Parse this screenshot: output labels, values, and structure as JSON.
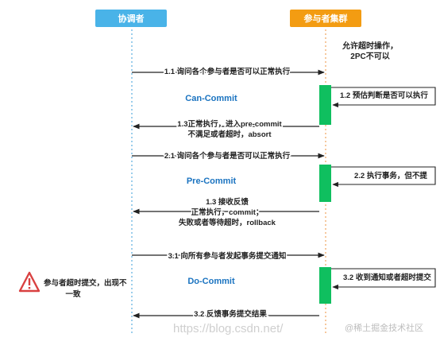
{
  "participants": {
    "coordinator": "协调者",
    "participant": "参与者集群"
  },
  "notes": {
    "timeout_line1": "允许超时操作，",
    "timeout_line2": "2PC不可以",
    "warning_line1": "参与者超时提交，出现不",
    "warning_line2": "一致"
  },
  "phases": {
    "can_commit": "Can-Commit",
    "pre_commit": "Pre-Commit",
    "do_commit": "Do-Commit"
  },
  "messages": {
    "m1_1": "1.1 询问各个参与者是否可以正常执行",
    "m1_2": "1.2 预估判断是否可以执行",
    "m1_3_line1": "1.3正常执行，进入pre-commit",
    "m1_3_line2": "不满足或者超时，absort",
    "m2_1": "2.1 询问各个参与者是否可以正常执行",
    "m2_2": "2.2 执行事务，但不提",
    "m1_3b_line1": "1.3 接收反馈",
    "m1_3b_line2": "正常执行，commit；",
    "m1_3b_line3": "失败或者等待超时，rollback",
    "m3_1": "3.1 向所有参与者发起事务提交通知",
    "m3_2a": "3.2 收到通知或者超时提交",
    "m3_2b": "3.2 反馈事务提交结果"
  },
  "watermark": {
    "url": "https://blog.csdn.net/",
    "site": "@稀土掘金技术社区"
  },
  "colors": {
    "header_fill": "#49b3e8",
    "header_fill_right": "#f39c12",
    "phase_text": "#1a73c0",
    "activation": "#0fbf5f",
    "lifeline": "#5aaee0",
    "lifeline_right": "#f0a35e",
    "arrow": "#222222",
    "warning": "#d94040"
  }
}
